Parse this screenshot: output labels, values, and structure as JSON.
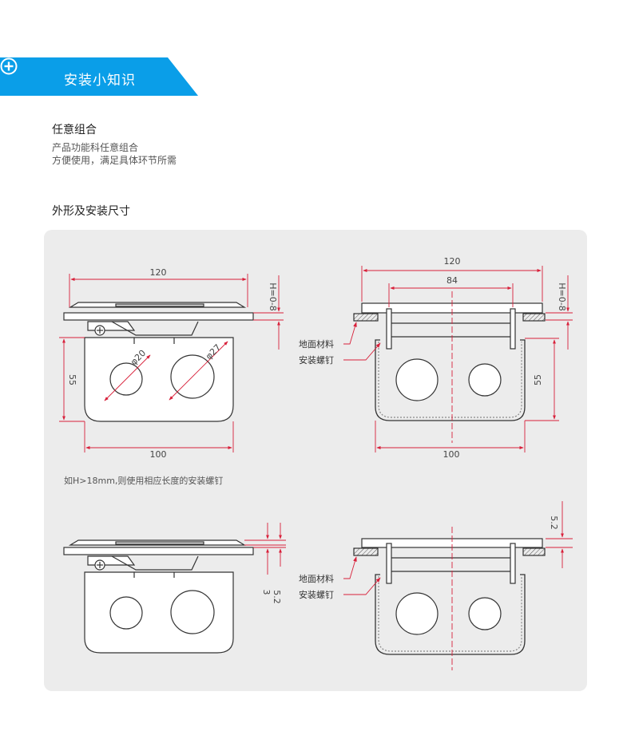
{
  "banner": {
    "title": "安装小知识",
    "icon": "plus-circle-icon",
    "color": "#0a9ee8"
  },
  "section1": {
    "title": "任意组合",
    "lines": [
      "产品功能科任意组合",
      "方便使用，满足具体环节所需"
    ]
  },
  "section2": {
    "title": "外形及安装尺寸"
  },
  "drawing": {
    "dim_120": "120",
    "dim_84": "84",
    "dim_100": "100",
    "dim_55": "55",
    "dim_phi20": "φ20",
    "dim_phi27": "φ27",
    "dim_h8": "H=0-8",
    "dim_52": "5.2",
    "dim_3": "3",
    "label_floor": "地面材料",
    "label_screw": "安装螺钉"
  },
  "note": "如H>18mm,则使用相应长度的安装螺钉"
}
